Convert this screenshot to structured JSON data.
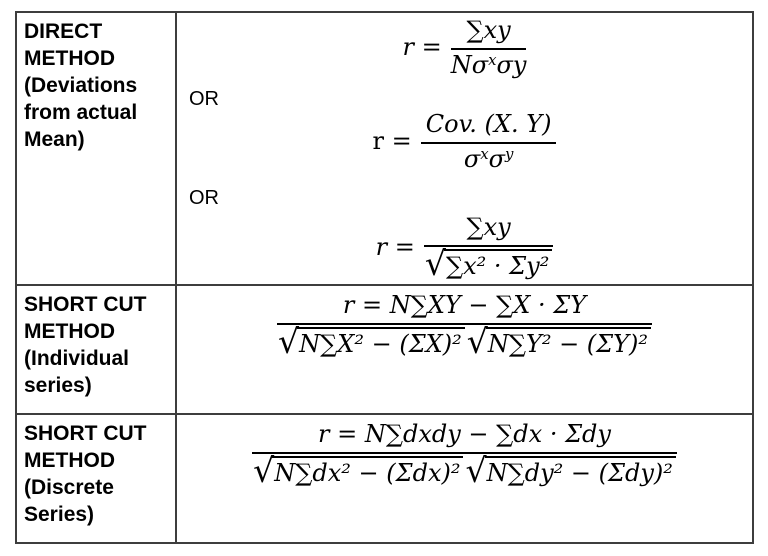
{
  "colors": {
    "background": "#ffffff",
    "table_border": "#3d3d3d",
    "text": "#000000"
  },
  "math": {
    "radical": "√"
  },
  "rows": [
    {
      "method": "DIRECT METHOD (Deviations from actual Mean)",
      "or_labels": [
        "OR",
        "OR"
      ],
      "formulas": [
        {
          "lhs": "r =",
          "num": "∑xy",
          "den_pre": "Nσ",
          "den_sub1": "x",
          "den_post": "σy"
        },
        {
          "lhs": "r =",
          "num": "Cov. (X. Y)",
          "den_p1": "σ",
          "den_s1": "x",
          "den_p2": "σ",
          "den_s2": "y"
        },
        {
          "lhs": "r =",
          "num": "∑xy",
          "den_radicand": "∑x² · Σy²"
        }
      ]
    },
    {
      "method": "SHORT CUT METHOD (Individual series)",
      "formula": {
        "num": "r = N∑XY − ∑X · ΣY",
        "radicand1": "N∑X² − (ΣX)²",
        "radicand2": "N∑Y² − (ΣY)²"
      }
    },
    {
      "method": "SHORT CUT METHOD (Discrete Series)",
      "formula": {
        "num": "r = N∑dxdy − ∑dx · Σdy",
        "radicand1": "N∑dx² − (Σdx)²",
        "radicand2": "N∑dy² − (Σdy)²"
      }
    }
  ]
}
